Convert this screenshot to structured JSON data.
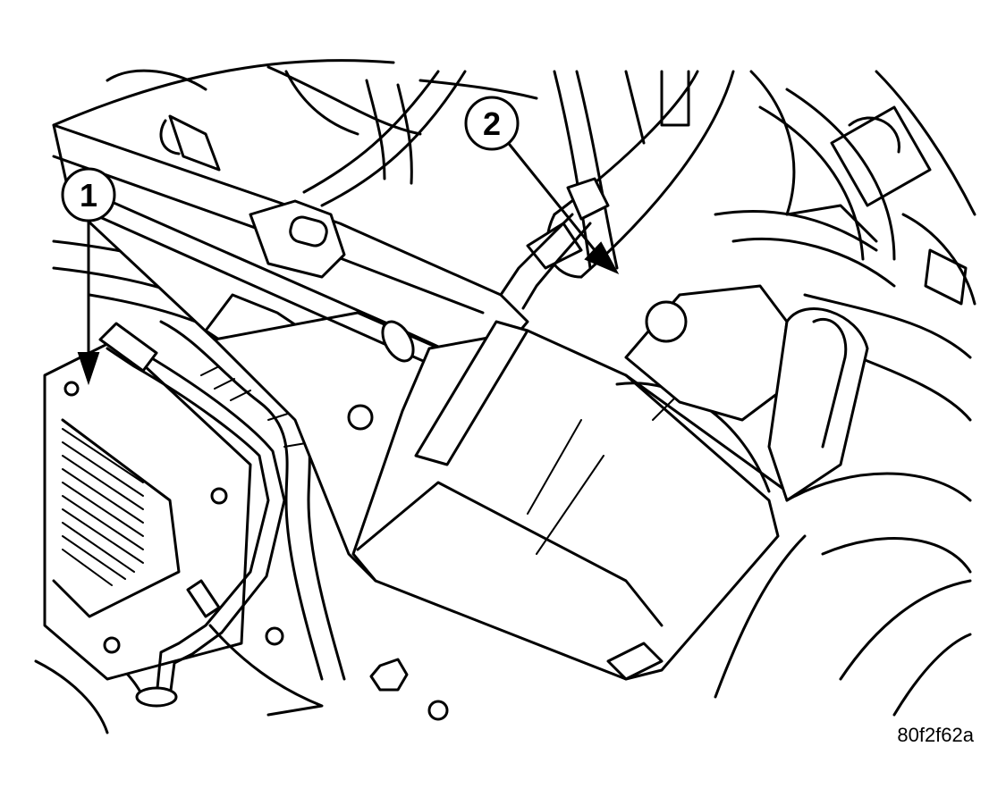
{
  "callouts": [
    {
      "label": "1"
    },
    {
      "label": "2"
    }
  ],
  "figure_id": "80f2f62a"
}
